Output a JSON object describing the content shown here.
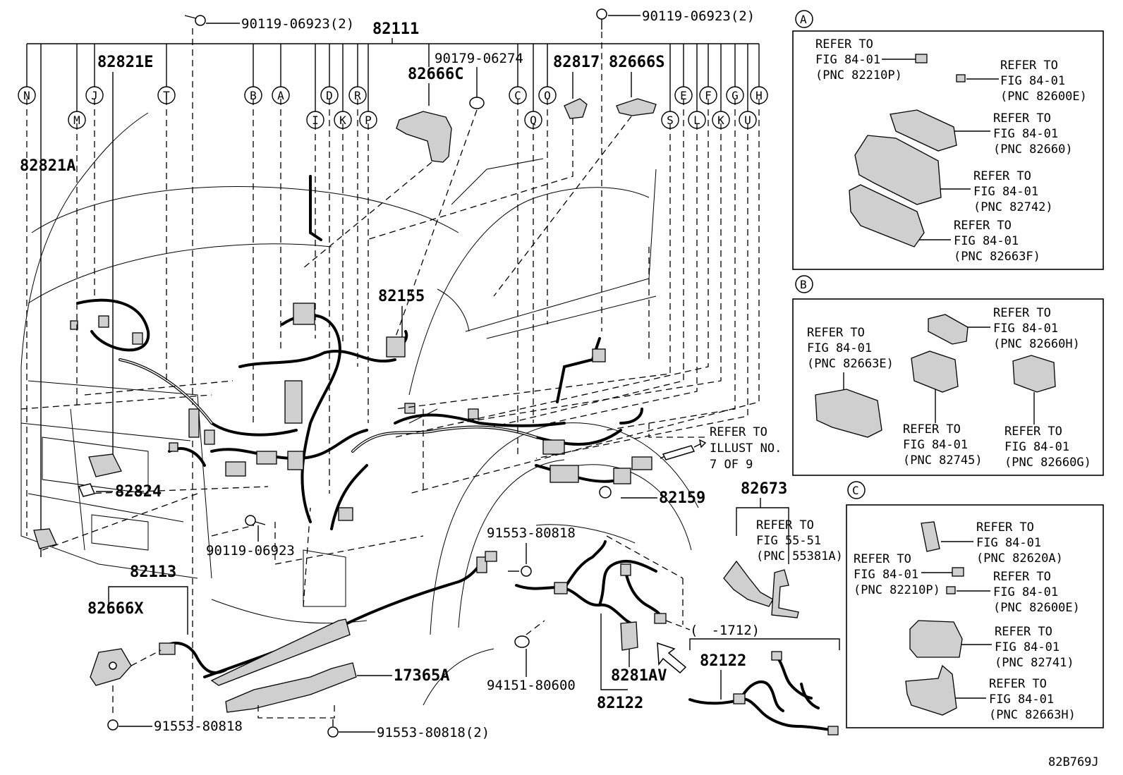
{
  "diagram": {
    "sheet_code": "82B769J",
    "circle_labels": [
      "N",
      "M",
      "J",
      "T",
      "B",
      "A",
      "I",
      "D",
      "K",
      "R",
      "P",
      "C",
      "Q",
      "O",
      "S",
      "E",
      "L",
      "F",
      "K",
      "G",
      "U",
      "H"
    ],
    "parts": {
      "p82111": "82111",
      "p82821E": "82821E",
      "p82821A": "82821A",
      "p82666C": "82666C",
      "p90179": "90179-06274",
      "p82817": "82817",
      "p82666S": "82666S",
      "p90119_a": "90119-06923(2)",
      "p90119_b": "90119-06923(2)",
      "p82155": "82155",
      "p82824": "82824",
      "p90119_c": "90119-06923",
      "p82113": "82113",
      "p82666X": "82666X",
      "p91553_a": "91553-80818",
      "p91553_b": "91553-80818",
      "p91553_c": "91553-80818(2)",
      "p17365A": "17365A",
      "p94151": "94151-80600",
      "p8281AV": "8281AV",
      "p82122_a": "82122",
      "p82122_b": "82122",
      "p82159": "82159",
      "p82673": "82673",
      "p1712": "(　-1712)",
      "illust_ref": [
        "REFER TO",
        "ILLUST NO.",
        "7 OF 9"
      ],
      "fig55_ref": [
        "REFER TO",
        "FIG 55-51",
        "(PNC 55381A)"
      ]
    },
    "insets": {
      "A": {
        "label": "A",
        "refs": [
          [
            "REFER TO",
            "FIG 84-01",
            "(PNC 82210P)"
          ],
          [
            "REFER TO",
            "FIG 84-01",
            "(PNC 82600E)"
          ],
          [
            "REFER TO",
            "FIG 84-01",
            "(PNC 82660)"
          ],
          [
            "REFER TO",
            "FIG 84-01",
            "(PNC 82742)"
          ],
          [
            "REFER TO",
            "FIG 84-01",
            "(PNC 82663F)"
          ]
        ]
      },
      "B": {
        "label": "B",
        "refs": [
          [
            "REFER TO",
            "FIG 84-01",
            "(PNC 82663E)"
          ],
          [
            "REFER TO",
            "FIG 84-01",
            "(PNC 82660H)"
          ],
          [
            "REFER TO",
            "FIG 84-01",
            "(PNC 82745)"
          ],
          [
            "REFER TO",
            "FIG 84-01",
            "(PNC 82660G)"
          ]
        ]
      },
      "C": {
        "label": "C",
        "refs": [
          [
            "REFER TO",
            "FIG 84-01",
            "(PNC 82620A)"
          ],
          [
            "REFER TO",
            "FIG 84-01",
            "(PNC 82210P)"
          ],
          [
            "REFER TO",
            "FIG 84-01",
            "(PNC 82600E)"
          ],
          [
            "REFER TO",
            "FIG 84-01",
            "(PNC 82741)"
          ],
          [
            "REFER TO",
            "FIG 84-01",
            "(PNC 82663H)"
          ]
        ]
      }
    }
  }
}
